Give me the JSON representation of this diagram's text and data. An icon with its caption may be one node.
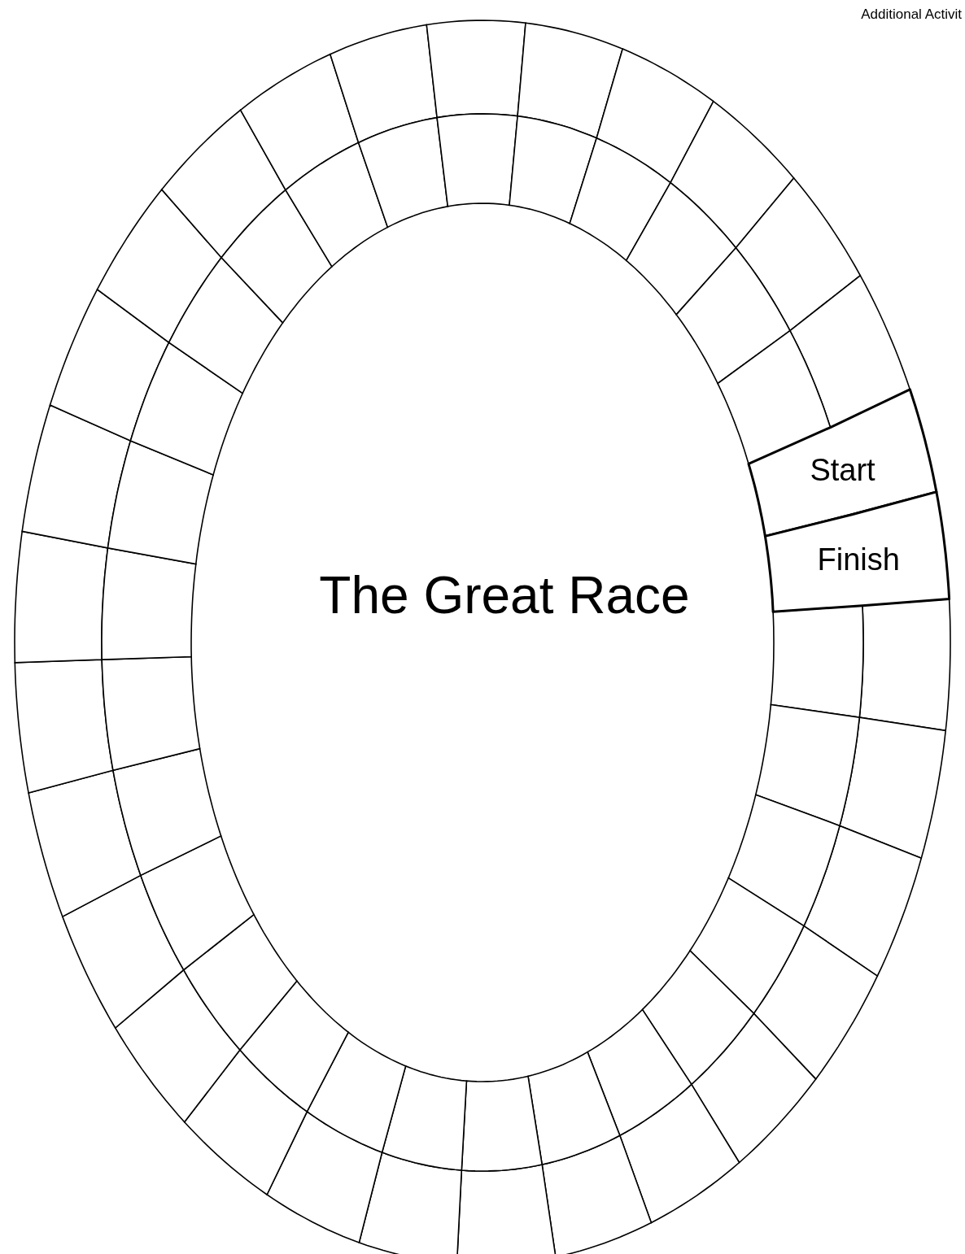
{
  "diagram": {
    "title": "The Great Race",
    "nodes": [
      {
        "text": [
          "Start"
        ]
      },
      {
        "text": [
          "Finish"
        ]
      },
      {
        "text": [],
        "shape": "box"
      },
      {
        "text": [],
        "shape": "box"
      },
      {
        "text": [],
        "shape": "box"
      },
      {
        "text": [],
        "shape": "box"
      },
      {
        "text": [],
        "shape": "box"
      },
      {
        "text": [],
        "shape": "box"
      },
      {
        "text": [],
        "shape": "box"
      },
      {
        "text": [],
        "shape": "box"
      },
      {
        "text": [],
        "shape": "box"
      },
      {
        "text": [],
        "shape": "box"
      },
      {
        "text": [],
        "shape": "box"
      },
      {
        "text": [],
        "shape": "box"
      },
      {
        "text": [],
        "shape": "box"
      },
      {
        "text": [],
        "shape": "box"
      },
      {
        "text": [],
        "shape": "box"
      },
      {
        "text": [],
        "shape": "box"
      },
      {
        "text": [],
        "shape": "box"
      },
      {
        "text": [],
        "shape": "box"
      },
      {
        "text": [],
        "shape": "box"
      },
      {
        "text": [],
        "shape": "box"
      },
      {
        "text": [],
        "shape": "box"
      },
      {
        "text": [],
        "shape": "box"
      },
      {
        "text": [],
        "shape": "box"
      },
      {
        "text": [],
        "shape": "box"
      },
      {
        "text": [],
        "shape": "box"
      },
      {
        "text": [],
        "shape": "box"
      },
      {
        "text": [],
        "shape": "box"
      },
      {
        "text": [],
        "shape": "box"
      },
      {
        "text": [],
        "shape": "box"
      },
      {
        "text": [],
        "shape": "box"
      },
      {
        "text": [],
        "shape": "box"
      },
      {
        "text": [],
        "shape": "box"
      },
      {
        "text": [],
        "shape": "box"
      },
      {
        "text": [],
        "shape": "box"
      },
      {
        "text": [],
        "shape": "box"
      },
      {
        "text": [],
        "shape": "box"
      },
      {
        "text": [],
        "shape": "box"
      },
      {
        "text": [],
        "shape": "box"
      },
      {
        "text": [],
        "shape": "box"
      },
      {
        "text": [],
        "shape": "box"
      },
      {
        "text": [],
        "shape": "box"
      },
      {
        "text": [],
        "shape": "box"
      },
      {
        "text": [],
        "shape": "box"
      },
      {
        "text": [],
        "shape": "box"
      },
      {
        "text": [],
        "shape": "box"
      },
      {
        "text": [],
        "shape": "box"
      },
      {
        "text": [],
        "shape": "box"
      },
      {
        "text": [],
        "shape": "box"
      },
      {
        "text": [],
        "shape": "box"
      },
      {
        "text": [],
        "shape": "box"
      },
      {
        "text": [],
        "shape": "box"
      },
      {
        "text": [],
        "shape": "box"
      },
      {
        "text": [],
        "shape": "box"
      },
      {
        "text": [],
        "shape": "box"
      },
      {
        "text": [],
        "shape": "box"
      },
      {
        "text": [],
        "shape": "box"
      }
    ],
    "labels": [
      "Additional Activit"
    ]
  }
}
